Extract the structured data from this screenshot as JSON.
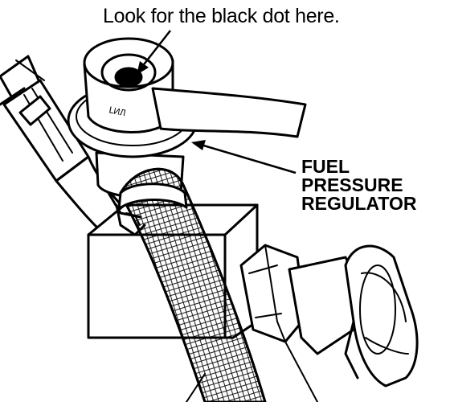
{
  "diagram": {
    "callout_text": "Look for the black dot here.",
    "part_label": [
      "FUEL",
      "PRESSURE",
      "REGULATOR"
    ],
    "regulator_marking": "ԼИЛ",
    "colors": {
      "ink": "#000000",
      "paper": "#ffffff"
    }
  }
}
